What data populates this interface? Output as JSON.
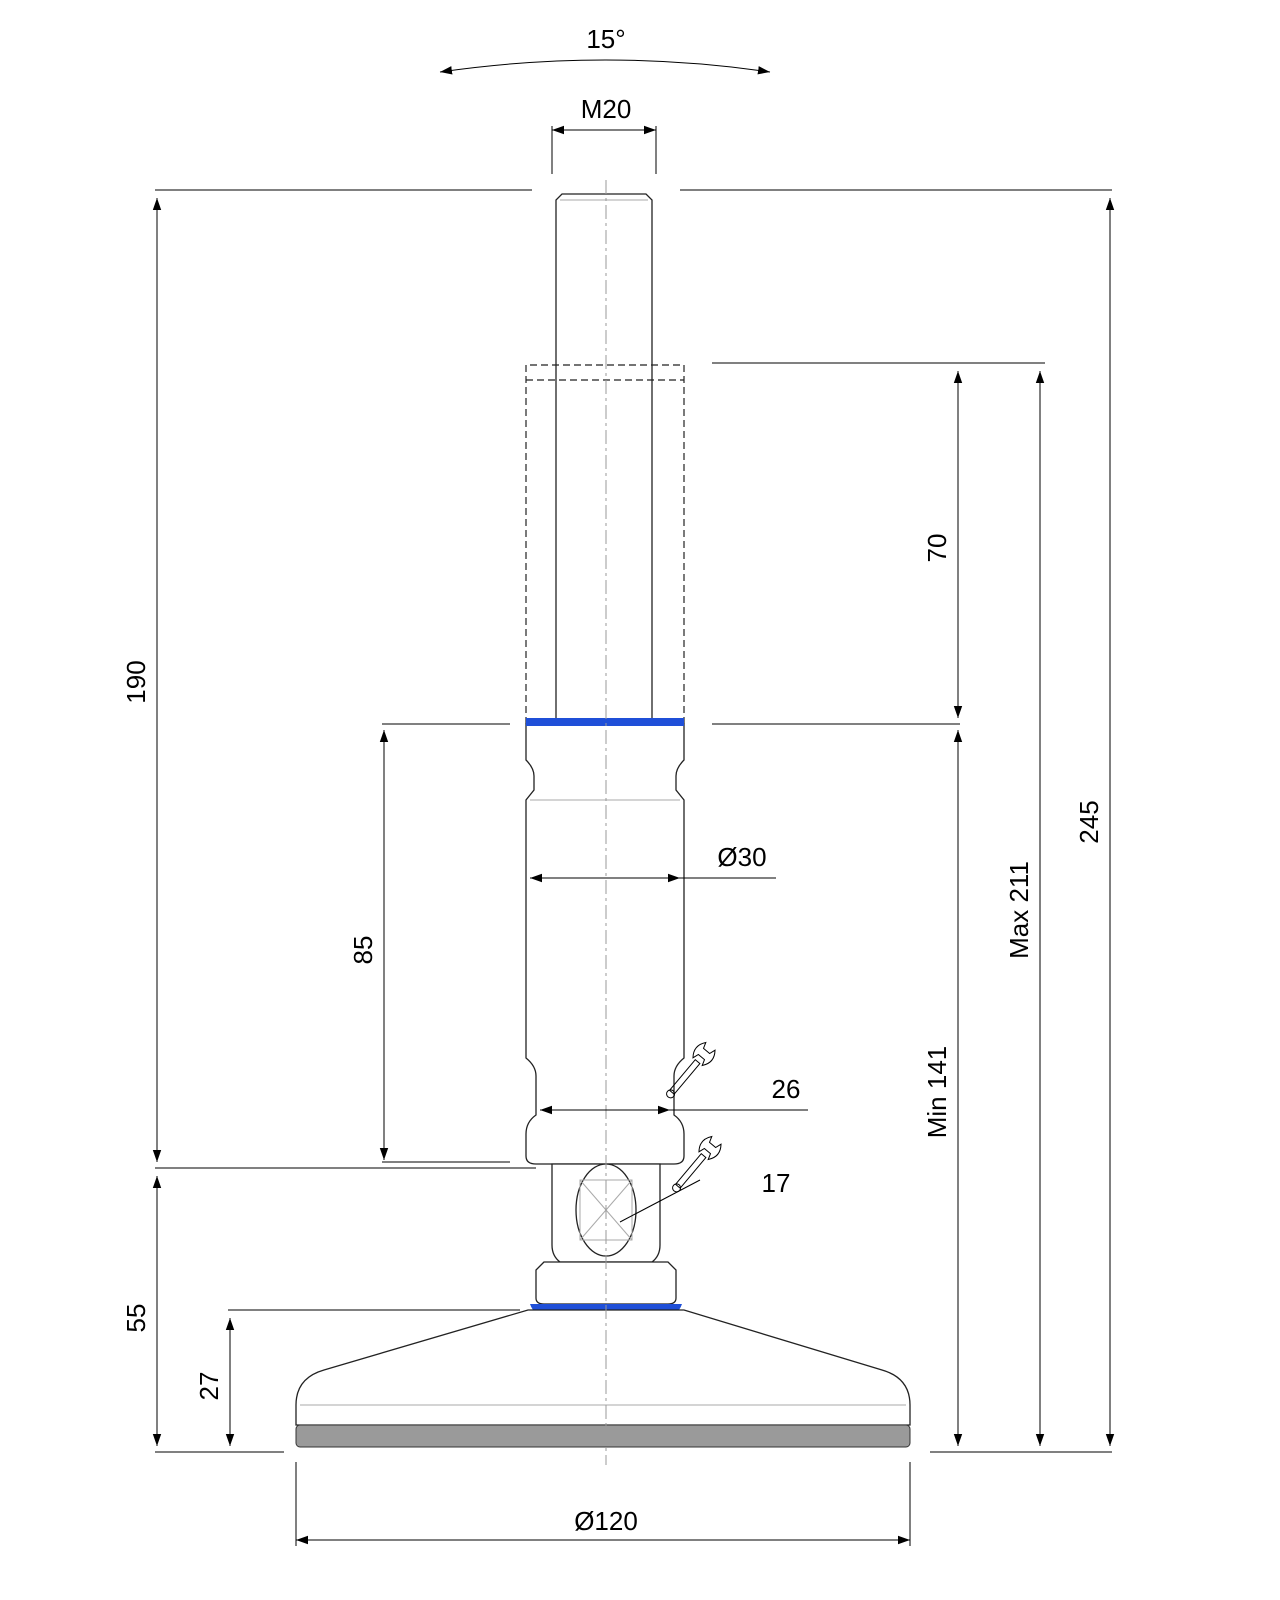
{
  "dimensions": {
    "angle": "15°",
    "thread": "M20",
    "total_height": "190",
    "overall_height": "245",
    "adjust_range": "70",
    "max_height": "Max 211",
    "min_height": "Min 141",
    "spindle_length": "85",
    "tube_diameter": "Ø30",
    "wrench_tube": "26",
    "wrench_nut": "17",
    "base_height": "55",
    "foot_height": "27",
    "foot_diameter": "Ø120"
  },
  "colors": {
    "accent_ring": "#1f4fd8",
    "foot_pad": "#9a9a9a",
    "line": "#000000"
  },
  "icons": [
    "wrench-icon",
    "wrench-icon"
  ]
}
